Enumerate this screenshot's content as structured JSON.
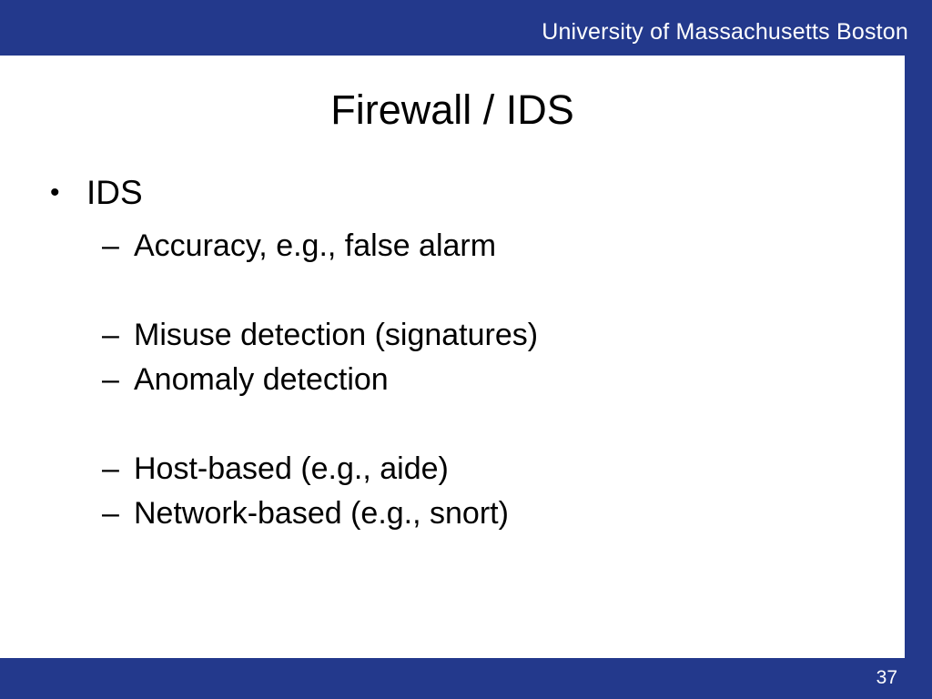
{
  "header": {
    "institution": "University of Massachusetts Boston",
    "band_color": "#23398c"
  },
  "slide": {
    "title": "Firewall / IDS",
    "bullets": [
      {
        "level": 1,
        "marker": "•",
        "text": "IDS"
      },
      {
        "level": 2,
        "marker": "–",
        "text": "Accuracy, e.g., false alarm"
      },
      {
        "level": 2,
        "marker": "–",
        "text": "Misuse detection (signatures)"
      },
      {
        "level": 2,
        "marker": "–",
        "text": "Anomaly detection"
      },
      {
        "level": 2,
        "marker": "–",
        "text": "Host-based (e.g., aide)"
      },
      {
        "level": 2,
        "marker": "–",
        "text": "Network-based (e.g., snort)"
      }
    ]
  },
  "footer": {
    "page_number": "37",
    "band_color": "#23398c"
  }
}
